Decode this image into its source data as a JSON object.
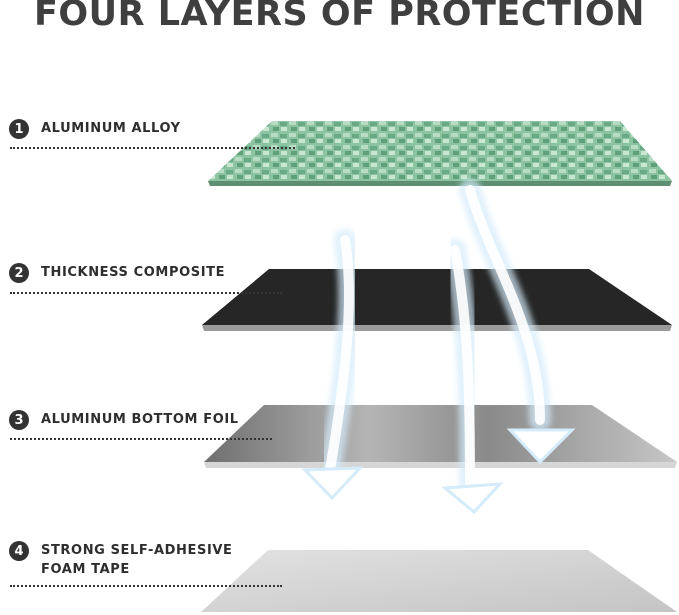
{
  "title": "FOUR LAYERS OF PROTECTION",
  "layers": [
    {
      "number": "1",
      "label": "ALUMINUM ALLOY"
    },
    {
      "number": "2",
      "label": "THICKNESS COMPOSITE"
    },
    {
      "number": "3",
      "label": "ALUMINUM BOTTOM FOIL"
    },
    {
      "number": "4",
      "label": "STRONG SELF-ADHESIVE\nFOAM TAPE"
    }
  ],
  "colors": {
    "title": "#3f3f3f",
    "alloy": "#8cc3a0",
    "composite": "#262626",
    "foil": "#9a9a9a",
    "foam": "#d2d2d2",
    "arrows": "#dbeefb"
  }
}
